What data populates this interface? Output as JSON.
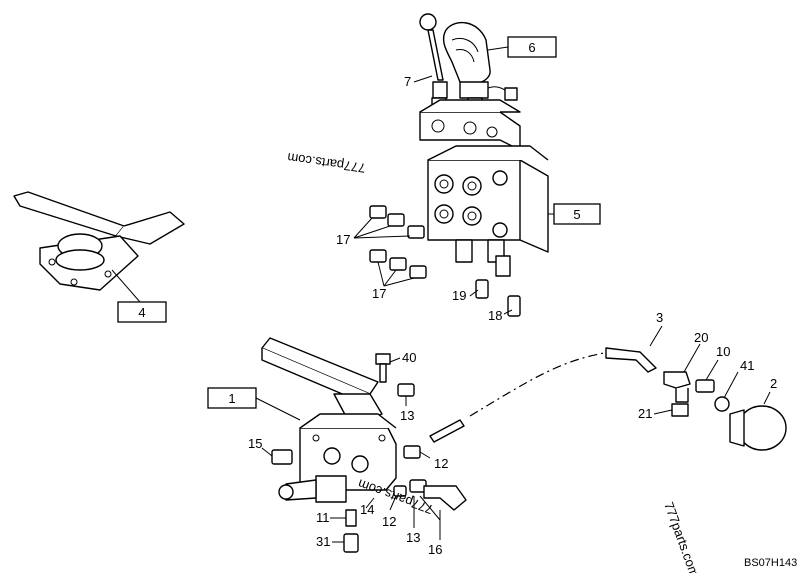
{
  "diagram": {
    "reference_code": "BS07H143",
    "watermark": "777parts.com",
    "callouts_boxed": [
      "1",
      "4",
      "5",
      "6"
    ],
    "callouts": [
      "2",
      "3",
      "7",
      "10",
      "11",
      "12",
      "12",
      "13",
      "13",
      "14",
      "15",
      "16",
      "17",
      "17",
      "18",
      "19",
      "20",
      "21",
      "31",
      "40",
      "41"
    ]
  }
}
